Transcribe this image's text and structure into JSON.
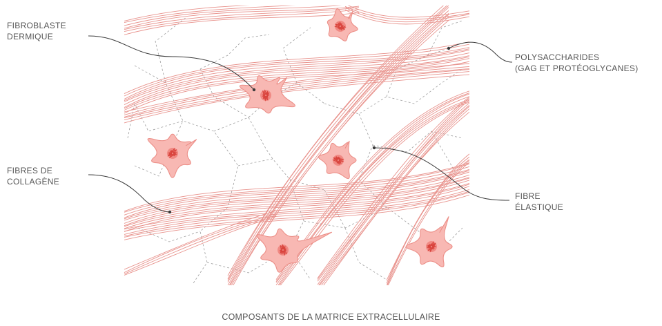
{
  "labels": {
    "fibroblaste": [
      "FIBROBLASTE",
      "DERMIQUE"
    ],
    "polysaccharides": [
      "POLYSACCHARIDES",
      "(GAG ET PROTÉOGLYCANES)"
    ],
    "collagene": [
      "FIBRES DE",
      "COLLAGÈNE"
    ],
    "elastique": [
      "FIBRE",
      "ÉLASTIQUE"
    ]
  },
  "title": "COMPOSANTS DE LA MATRICE EXTRACELLULAIRE",
  "colors": {
    "fibre": "#e8928c",
    "cell_fill": "#f8b8b3",
    "cell_stroke": "#ec8f88",
    "nucleus": "#d9443d",
    "network": "#9e9e9e",
    "leader": "#3a3a3a",
    "text": "#555555"
  }
}
